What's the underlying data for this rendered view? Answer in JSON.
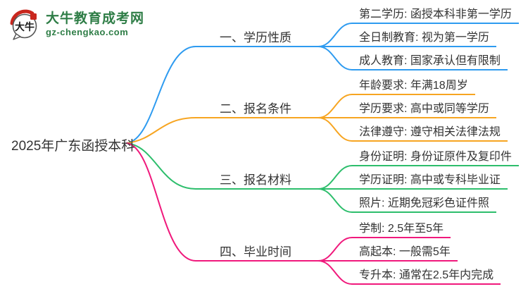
{
  "logo": {
    "icon_text": "大牛",
    "site_name": "大牛教育成考网",
    "site_url": "gz-chengkao.com",
    "brand_green": "#2e7d46",
    "accent_red": "#c9271e"
  },
  "mindmap": {
    "root": "2025年广东函授本科",
    "text_color": "#333333",
    "branches": [
      {
        "label": "一、学历性质",
        "color": "#2e9bf0",
        "items": [
          "第二学历: 函授本科非第一学历",
          "全日制教育: 视为第一学历",
          "成人教育: 国家承认但有限制"
        ]
      },
      {
        "label": "二、报名条件",
        "color": "#f7a521",
        "items": [
          "年龄要求: 年满18周岁",
          "学历要求: 高中或同等学历",
          "法律遵守: 遵守相关法律法规"
        ]
      },
      {
        "label": "三、报名材料",
        "color": "#2dbe6c",
        "items": [
          "身份证明: 身份证原件及复印件",
          "学历证明: 高中或专科毕业证",
          "照片: 近期免冠彩色证件照"
        ]
      },
      {
        "label": "四、毕业时间",
        "color": "#f0197c",
        "items": [
          "学制: 2.5年至5年",
          "高起本: 一般需5年",
          "专升本: 通常在2.5年内完成"
        ]
      }
    ]
  }
}
